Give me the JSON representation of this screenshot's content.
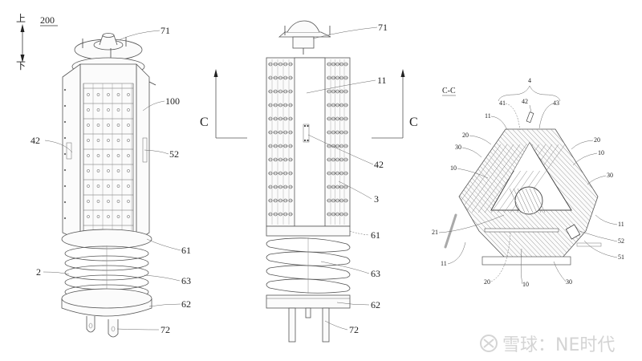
{
  "figure_number": "200",
  "orientation": {
    "up": "上",
    "down": "下"
  },
  "view_left": {
    "name": "perspective-view",
    "labels": [
      "71",
      "100",
      "42",
      "52",
      "61",
      "2",
      "63",
      "62",
      "72"
    ]
  },
  "view_middle": {
    "name": "front-view",
    "labels": [
      "71",
      "11",
      "42",
      "3",
      "61",
      "63",
      "62",
      "72"
    ],
    "section_marker_left": "C",
    "section_marker_right": "C"
  },
  "view_right": {
    "name": "section-view",
    "title": "C-C",
    "group_label": "4",
    "labels": {
      "l41": "41",
      "l42": "42",
      "l43": "43",
      "l11_top": "11",
      "l20_left": "20",
      "l30_left": "30",
      "l10_left": "10",
      "l20_right": "20",
      "l10_right": "10",
      "l30_right": "30",
      "l21": "21",
      "l11_left": "11",
      "l11_right": "11",
      "l52": "52",
      "l51": "51",
      "l20_bottom": "20",
      "l10_bottom": "10",
      "l30_bottom": "30"
    }
  },
  "watermark": {
    "text": "雪球：NE时代"
  },
  "colors": {
    "line": "#444444",
    "background": "#ffffff",
    "watermark": "#d4d4d4"
  }
}
